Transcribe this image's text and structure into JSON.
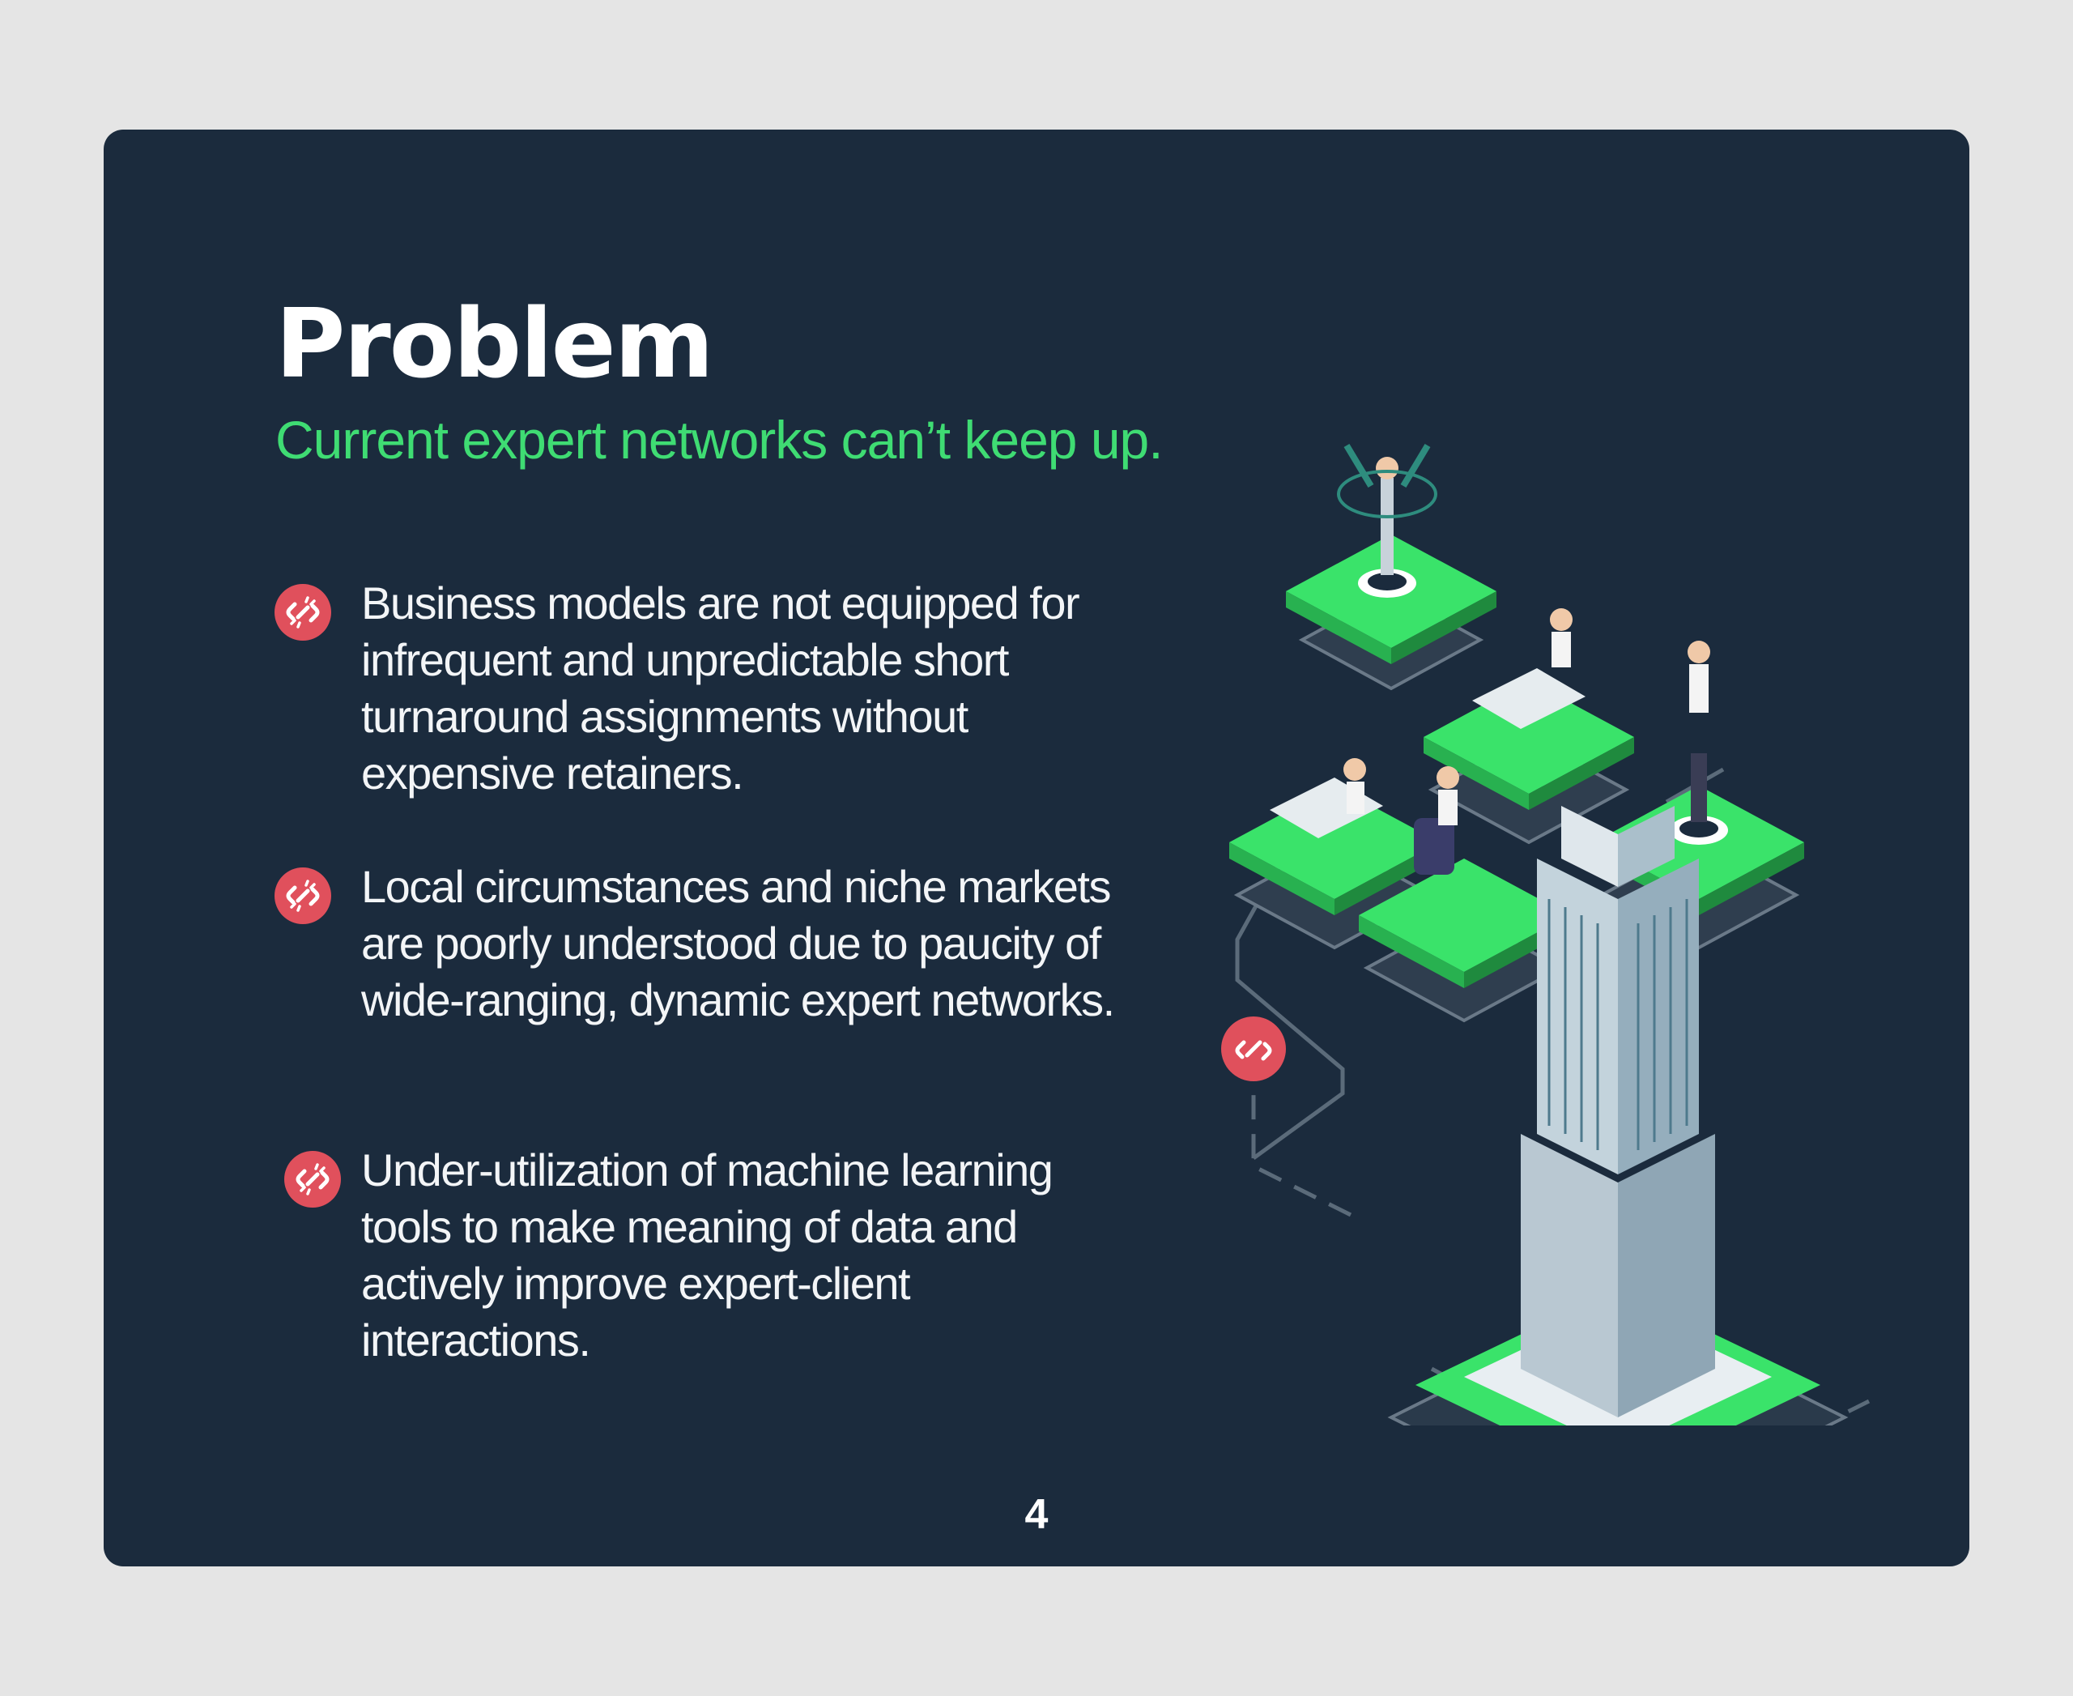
{
  "slide": {
    "title": "Problem",
    "subtitle": "Current expert networks can’t keep up.",
    "bullets": [
      {
        "icon": "broken-link-icon",
        "text": "Business models are not equipped for infrequent and unpredictable short turnaround assignments without expensive retainers."
      },
      {
        "icon": "broken-link-icon",
        "text": "Local circumstances and niche markets are poorly understood due to paucity of wide-ranging, dynamic expert networks."
      },
      {
        "icon": "broken-link-icon",
        "text": "Under-utilization of machine learning tools to make meaning of data and actively improve expert-client interactions."
      }
    ],
    "page_number": "4"
  },
  "colors": {
    "background": "#e5e5e5",
    "slide": "#1b2b3d",
    "accent_green": "#3fdc73",
    "badge_red": "#e0505c",
    "text": "#f3f5f7"
  }
}
